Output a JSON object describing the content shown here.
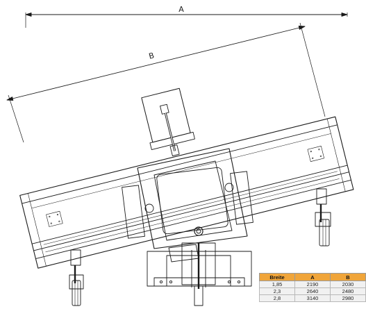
{
  "dimensions": {
    "a_label": "A",
    "b_label": "B"
  },
  "table": {
    "headers": [
      "Breite",
      "A",
      "B"
    ],
    "rows": [
      [
        "1,85",
        "2190",
        "2030"
      ],
      [
        "2,3",
        "2640",
        "2480"
      ],
      [
        "2,8",
        "3140",
        "2980"
      ]
    ]
  },
  "colors": {
    "header_bg": "#f0a53a",
    "line": "#1a1a1a"
  }
}
